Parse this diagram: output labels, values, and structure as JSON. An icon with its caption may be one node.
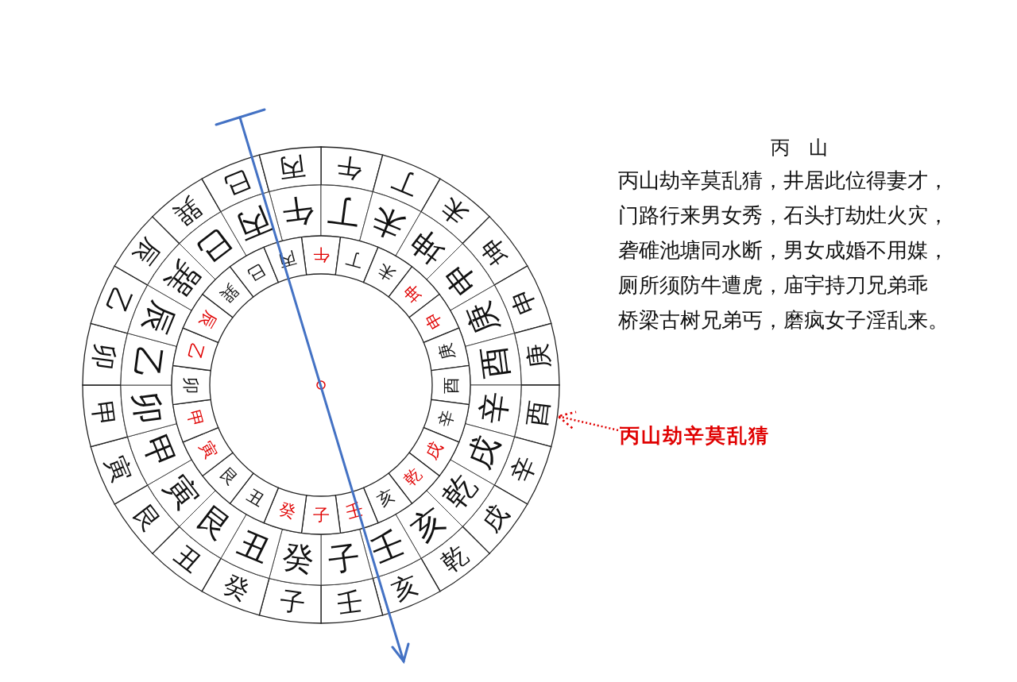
{
  "diagram": {
    "title": "丙　山",
    "nodes": [
      {
        "text": [
          "午"
        ]
      },
      {
        "text": [
          "丁"
        ]
      },
      {
        "text": [
          "未"
        ]
      },
      {
        "text": [
          "坤"
        ]
      },
      {
        "text": [
          "申"
        ]
      },
      {
        "text": [
          "庚"
        ]
      },
      {
        "text": [
          "酉"
        ]
      },
      {
        "text": [
          "辛"
        ]
      },
      {
        "text": [
          "戌"
        ]
      },
      {
        "text": [
          "乾"
        ]
      },
      {
        "text": [
          "亥"
        ]
      },
      {
        "text": [
          "壬"
        ]
      },
      {
        "text": [
          "子"
        ]
      },
      {
        "text": [
          "癸"
        ]
      },
      {
        "text": [
          "丑"
        ]
      },
      {
        "text": [
          "艮"
        ]
      },
      {
        "text": [
          "寅"
        ]
      },
      {
        "text": [
          "甲"
        ]
      },
      {
        "text": [
          "卯"
        ]
      },
      {
        "text": [
          "乙"
        ]
      },
      {
        "text": [
          "辰"
        ]
      },
      {
        "text": [
          "巽"
        ]
      },
      {
        "text": [
          "巳"
        ]
      },
      {
        "text": [
          "丙"
        ]
      },
      {
        "text": [
          "午"
        ]
      },
      {
        "text": [
          "丁"
        ]
      },
      {
        "text": [
          "未"
        ]
      },
      {
        "text": [
          "坤"
        ]
      },
      {
        "text": [
          "申"
        ]
      },
      {
        "text": [
          "庚"
        ]
      },
      {
        "text": [
          "酉"
        ]
      },
      {
        "text": [
          "辛"
        ]
      },
      {
        "text": [
          "戌"
        ]
      },
      {
        "text": [
          "乾"
        ]
      },
      {
        "text": [
          "亥"
        ]
      },
      {
        "text": [
          "壬"
        ]
      },
      {
        "text": [
          "子"
        ]
      },
      {
        "text": [
          "癸"
        ]
      },
      {
        "text": [
          "丑"
        ]
      },
      {
        "text": [
          "艮"
        ]
      },
      {
        "text": [
          "寅"
        ]
      },
      {
        "text": [
          "甲"
        ]
      },
      {
        "text": [
          "卯"
        ]
      },
      {
        "text": [
          "乙"
        ]
      },
      {
        "text": [
          "辰"
        ]
      },
      {
        "text": [
          "巽"
        ]
      },
      {
        "text": [
          "巳"
        ]
      },
      {
        "text": [
          "丙"
        ]
      },
      {
        "text": [
          "午"
        ]
      },
      {
        "text": [
          "丁"
        ]
      },
      {
        "text": [
          "未"
        ]
      },
      {
        "text": [
          "坤"
        ]
      },
      {
        "text": [
          "申"
        ]
      },
      {
        "text": [
          "庚"
        ]
      },
      {
        "text": [
          "酉"
        ]
      },
      {
        "text": [
          "辛"
        ]
      },
      {
        "text": [
          "戌"
        ]
      },
      {
        "text": [
          "乾"
        ]
      },
      {
        "text": [
          "亥"
        ]
      },
      {
        "text": [
          "壬"
        ]
      },
      {
        "text": [
          "子"
        ]
      },
      {
        "text": [
          "癸"
        ]
      },
      {
        "text": [
          "丑"
        ]
      },
      {
        "text": [
          "艮"
        ]
      },
      {
        "text": [
          "寅"
        ]
      },
      {
        "text": [
          "甲"
        ]
      },
      {
        "text": [
          "卯"
        ]
      },
      {
        "text": [
          "乙"
        ]
      },
      {
        "text": [
          "辰"
        ]
      },
      {
        "text": [
          "巽"
        ]
      },
      {
        "text": [
          "巳"
        ]
      },
      {
        "text": [
          "丙"
        ]
      },
      {
        "text": [
          "丙山劫辛莫乱猜"
        ]
      }
    ],
    "edges": [
      {
        "from": 72,
        "to": 6,
        "arrow": "to",
        "style": "dashed",
        "color": "#e00000"
      }
    ],
    "labels": [
      "丙山劫辛莫乱猜，井居此位得妻才，",
      "门路行来男女秀，石头打劫灶火灾，",
      "砻碓池塘同水断，男女成婚不用媒，",
      "厕所须防牛遭虎，庙宇持刀兄弟乖",
      "桥梁古树兄弟丐，磨疯女子淫乱来。"
    ]
  }
}
